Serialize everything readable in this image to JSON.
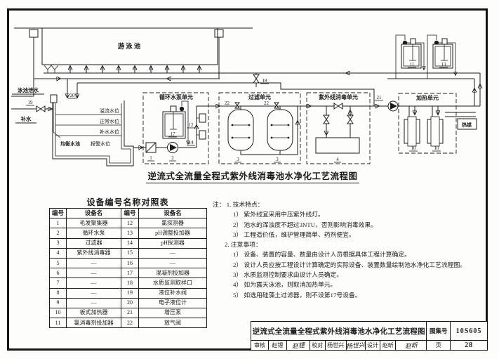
{
  "colors": {
    "ink": "#1c1c1c",
    "paper": "#fdfdfc"
  },
  "diagram": {
    "title": "逆流式全流量全程式紫外线消毒池水净化工艺流程图",
    "pool": "游泳池",
    "drain": "泳池泄水",
    "makeup": "补水",
    "balance_tank": "均衡水池",
    "level_overflow": "溢流水位",
    "level_normal": "正常水位",
    "level_makeup": "补水水位",
    "level_alarm": "报警水位",
    "unit_pump": "循环水泵单元",
    "unit_filter": "过滤单元",
    "unit_uv": "紫外线消毒单元",
    "unit_heating": "加热单元",
    "heat_medium": "热媒",
    "tags": {
      "n1": "1",
      "n2": "2",
      "n3": "3",
      "n4": "4",
      "n10": "10",
      "n11": "11",
      "n12": "12",
      "n13": "13",
      "n14": "14",
      "n17": "17",
      "n18": "18",
      "n19": "19",
      "n20": "20",
      "n21": "21",
      "n22": "22"
    }
  },
  "table": {
    "title": "设备编号名称对照表",
    "headers": [
      "编号",
      "设备名",
      "编号",
      "设备名"
    ],
    "rows": [
      [
        "1",
        "毛发聚集器",
        "12",
        "氯探测器"
      ],
      [
        "2",
        "循环水泵",
        "13",
        "pH调整投加器"
      ],
      [
        "3",
        "过滤器",
        "14",
        "pH探测器"
      ],
      [
        "4",
        "紫外线消毒器",
        "15",
        "—"
      ],
      [
        "5",
        "—",
        "16",
        "—"
      ],
      [
        "6",
        "—",
        "17",
        "混凝剂投加器"
      ],
      [
        "7",
        "—",
        "18",
        "水质监测取样口"
      ],
      [
        "8",
        "—",
        "19",
        "液位补水阀"
      ],
      [
        "9",
        "—",
        "20",
        "电子液位计"
      ],
      [
        "10",
        "板式加热器",
        "21",
        "增压泵"
      ],
      [
        "11",
        "氯消毒剂投加器",
        "22",
        "放气阀"
      ]
    ]
  },
  "notes": {
    "lines": [
      "注： 1. 技术特点：",
      "1） 紫外线宜采用中压紫外线灯。",
      "2） 池水的浑浊度不超过3NTU，否则影响消毒效果。",
      "3） 工程造价低，维护管理简单、药剂便宜。",
      "2. 注意事项：",
      "1） 设备、装置的容量、数量由设计人员根据具体工程计算确定。",
      "2） 设计人员应按工程设计计算确定的实际设备、装置数量绘制池水净化工艺流程图。",
      "3） 水质监测控制要求由设计人员确定。",
      "4） 如为露天泳池，则取消加热单元。",
      "5） 如选用硅藻土过滤器，则不设第17号设备。"
    ]
  },
  "title_block": {
    "drawing_title": "逆流式全流量全程式紫外线消毒池水净化工艺流程图",
    "atlas_label": "图集号",
    "atlas_no": "10S605",
    "page_label": "页",
    "page_no": "28",
    "reviewer_label": "审核",
    "reviewer": "赵锂",
    "reviewer_sig": "赵锂",
    "checker_label": "校对",
    "checker": "杨世兴",
    "checker_sig": "杨世兴",
    "designer_label": "设计",
    "designer": "赵昕",
    "designer_sig": "赵昕"
  }
}
